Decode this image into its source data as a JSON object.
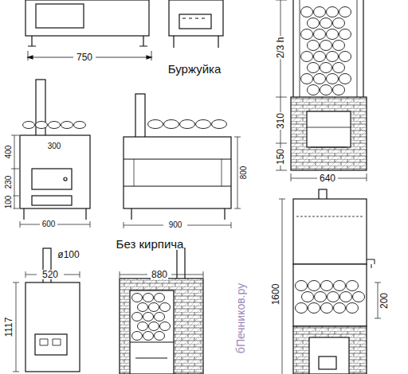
{
  "diagram": {
    "labels": [
      "750",
      "Буржуйка",
      "2/3 h",
      "310",
      "150",
      "640",
      "400",
      "300",
      "230",
      "100",
      "600",
      "800",
      "900",
      "Без кирпича",
      "ø100",
      "520",
      "880",
      "1117",
      "1600",
      "200",
      "бПечников.ру"
    ]
  }
}
